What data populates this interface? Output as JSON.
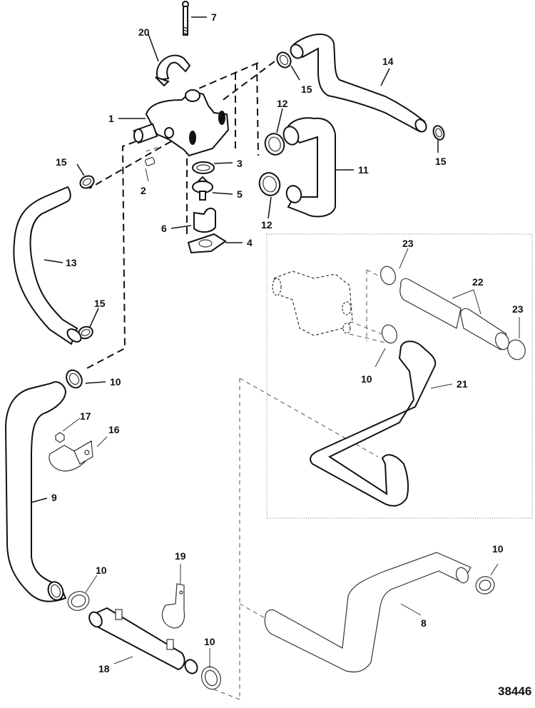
{
  "figure": {
    "title": "Exploded view - cooling system hoses and thermostat housing",
    "figure_number": "38446"
  },
  "callouts": [
    {
      "id": "c1",
      "label": "1",
      "part": "thermostat-housing"
    },
    {
      "id": "c2",
      "label": "2",
      "part": "plug"
    },
    {
      "id": "c3",
      "label": "3",
      "part": "gasket"
    },
    {
      "id": "c4",
      "label": "4",
      "part": "gasket-lower"
    },
    {
      "id": "c5",
      "label": "5",
      "part": "thermostat"
    },
    {
      "id": "c6",
      "label": "6",
      "part": "thermostat-sleeve"
    },
    {
      "id": "c7",
      "label": "7",
      "part": "bolt"
    },
    {
      "id": "c8",
      "label": "8",
      "part": "hose-lower-right"
    },
    {
      "id": "c9",
      "label": "9",
      "part": "hose-left-long"
    },
    {
      "id": "c10a",
      "label": "10",
      "part": "hose-clamp"
    },
    {
      "id": "c10b",
      "label": "10",
      "part": "hose-clamp"
    },
    {
      "id": "c10c",
      "label": "10",
      "part": "hose-clamp"
    },
    {
      "id": "c10d",
      "label": "10",
      "part": "hose-clamp"
    },
    {
      "id": "c10e",
      "label": "10",
      "part": "hose-clamp"
    },
    {
      "id": "c11",
      "label": "11",
      "part": "u-hose"
    },
    {
      "id": "c12a",
      "label": "12",
      "part": "clamp"
    },
    {
      "id": "c12b",
      "label": "12",
      "part": "clamp"
    },
    {
      "id": "c13",
      "label": "13",
      "part": "hose-left-upper"
    },
    {
      "id": "c14",
      "label": "14",
      "part": "hose-top-right"
    },
    {
      "id": "c15a",
      "label": "15",
      "part": "small-clamp"
    },
    {
      "id": "c15b",
      "label": "15",
      "part": "small-clamp"
    },
    {
      "id": "c15c",
      "label": "15",
      "part": "small-clamp"
    },
    {
      "id": "c15d",
      "label": "15",
      "part": "small-clamp"
    },
    {
      "id": "c16",
      "label": "16",
      "part": "bracket-strap"
    },
    {
      "id": "c17",
      "label": "17",
      "part": "nut"
    },
    {
      "id": "c18",
      "label": "18",
      "part": "cooler"
    },
    {
      "id": "c19",
      "label": "19",
      "part": "clip-bracket"
    },
    {
      "id": "c20",
      "label": "20",
      "part": "strap-bracket"
    },
    {
      "id": "c21",
      "label": "21",
      "part": "hose-inset"
    },
    {
      "id": "c22",
      "label": "22",
      "part": "hose-straight"
    },
    {
      "id": "c23a",
      "label": "23",
      "part": "clamp-inset"
    },
    {
      "id": "c23b",
      "label": "23",
      "part": "clamp-inset"
    }
  ]
}
